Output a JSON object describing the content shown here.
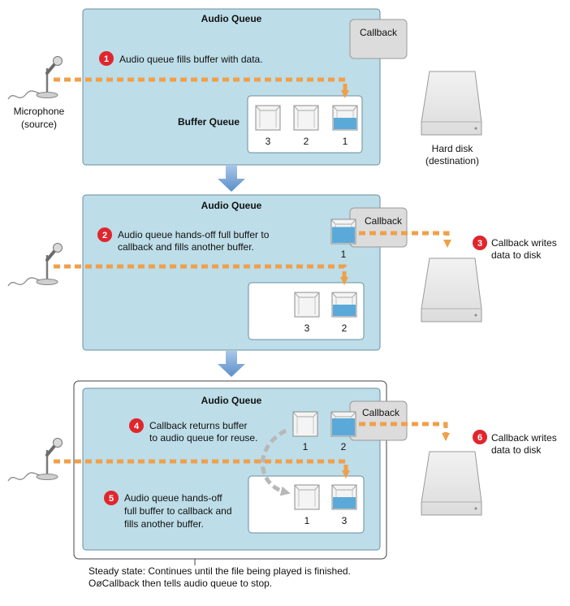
{
  "colors": {
    "queue_bg": "#bddde8",
    "queue_border": "#6a8fa0",
    "badge": "#e0262d",
    "arrow_orange": "#f0a04a",
    "arrow_gray": "#b8b8b8",
    "down_arrow": "#7aa7d6",
    "water": "#5aa9d9"
  },
  "icons": {
    "microphone": "microphone-icon",
    "hard_disk": "hard-disk-icon",
    "buffer": "buffer-icon",
    "step_badge": "numbered-badge"
  },
  "source": {
    "label_line1": "Microphone",
    "label_line2": "(source)"
  },
  "destination": {
    "label_line1": "Hard disk",
    "label_line2": "(destination)"
  },
  "panel1": {
    "title": "Audio Queue",
    "callback": "Callback",
    "buffer_queue_label": "Buffer Queue",
    "step": {
      "number": "1",
      "text_line1": "Audio queue fills buffer with data."
    },
    "buffers": [
      {
        "label": "3",
        "fill": 0
      },
      {
        "label": "2",
        "fill": 0
      },
      {
        "label": "1",
        "fill": 0.5
      }
    ]
  },
  "panel2": {
    "title": "Audio Queue",
    "callback": "Callback",
    "callback_buffer": {
      "label": "1",
      "fill": 0.7
    },
    "step": {
      "number": "2",
      "text_line1": "Audio queue hands-off full buffer to",
      "text_line2": "callback and fills another buffer."
    },
    "write_step": {
      "number": "3",
      "text_line1": "Callback writes",
      "text_line2": "data to disk"
    },
    "buffers": [
      {
        "label": "3",
        "fill": 0
      },
      {
        "label": "2",
        "fill": 0.5
      }
    ]
  },
  "panel3": {
    "title": "Audio Queue",
    "callback": "Callback",
    "returned_buffer": {
      "label": "1",
      "fill": 0
    },
    "callback_buffer": {
      "label": "2",
      "fill": 0.75
    },
    "step_return": {
      "number": "4",
      "text_line1": "Callback returns buffer",
      "text_line2": "to audio queue for reuse."
    },
    "step_fill": {
      "number": "5",
      "text_line1": "Audio queue hands-off",
      "text_line2": "full buffer to callback and",
      "text_line3": "fills another buffer."
    },
    "write_step": {
      "number": "6",
      "text_line1": "Callback writes",
      "text_line2": "data to disk"
    },
    "buffers": [
      {
        "label": "1",
        "fill": 0
      },
      {
        "label": "3",
        "fill": 0.5
      }
    ]
  },
  "steady_state": {
    "line1": "Steady state: Continues until the file being played is finished.",
    "line2": "OøCallback then tells audio queue to stop."
  }
}
